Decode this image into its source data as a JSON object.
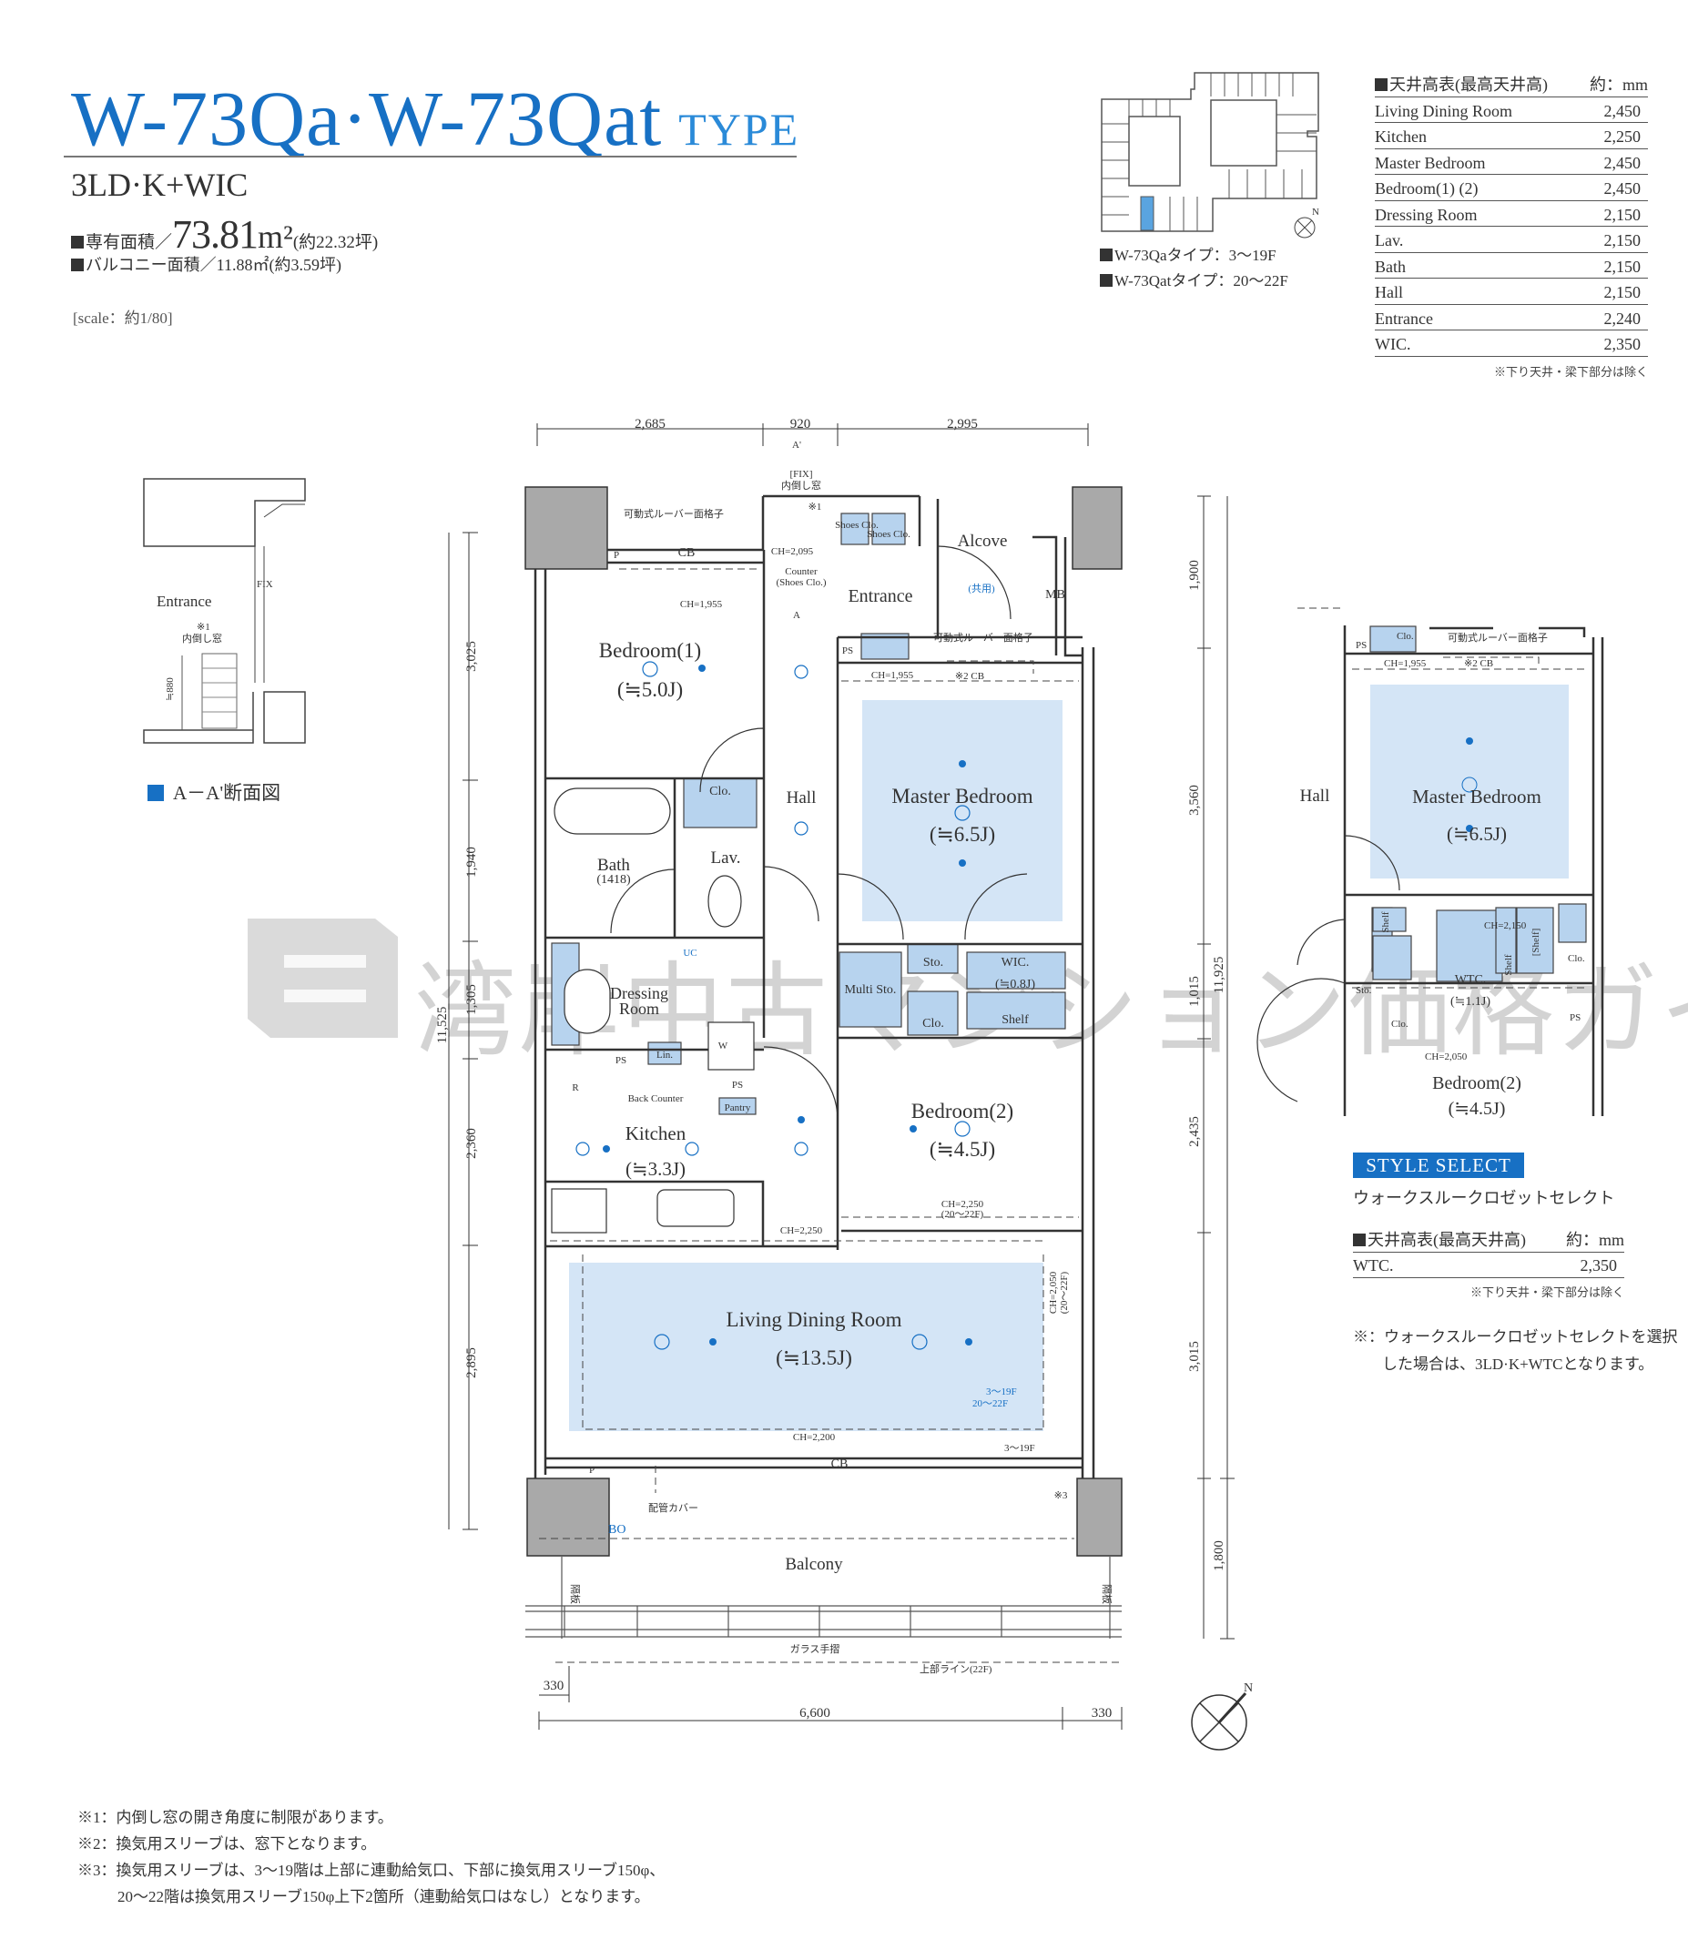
{
  "header": {
    "title": "W-73Qa·W-73Qat",
    "title_suffix": "TYPE",
    "layout": "3LD·K+WIC",
    "area_label": "専有面積／",
    "area_value": "73.81",
    "area_unit": "m²",
    "area_tsubo": "(約22.32坪)",
    "balcony_area": "バルコニー面積／11.88㎡(約3.59坪)",
    "scale": "[scale：約1/80]"
  },
  "key_plan": {
    "floors": [
      "W-73Qaタイプ：3〜19F",
      "W-73Qatタイプ：20〜22F"
    ],
    "compass": "N",
    "highlight_color": "#5aa4e0"
  },
  "ceiling_table": {
    "title": "天井高表(最高天井高)",
    "unit": "約：mm",
    "rows": [
      {
        "room": "Living Dining Room",
        "value": "2,450"
      },
      {
        "room": "Kitchen",
        "value": "2,250"
      },
      {
        "room": "Master Bedroom",
        "value": "2,450"
      },
      {
        "room": "Bedroom(1) (2)",
        "value": "2,450"
      },
      {
        "room": "Dressing Room",
        "value": "2,150"
      },
      {
        "room": "Lav.",
        "value": "2,150"
      },
      {
        "room": "Bath",
        "value": "2,150"
      },
      {
        "room": "Hall",
        "value": "2,150"
      },
      {
        "room": "Entrance",
        "value": "2,240"
      },
      {
        "room": "WIC.",
        "value": "2,350"
      }
    ],
    "note": "※下り天井・梁下部分は除く"
  },
  "section": {
    "entrance": "Entrance",
    "fix": "FIX",
    "note1": "※1",
    "window": "内倒し窓",
    "height": "≒880",
    "label": "A－A'断面図"
  },
  "plan": {
    "dims_top": [
      "2,685",
      "920",
      "2,995"
    ],
    "dims_left": [
      "3,025",
      "1,940",
      "1,305",
      "2,360",
      "2,895"
    ],
    "dim_left_total": "11,525",
    "dims_right": [
      "1,900",
      "3,560",
      "1,015",
      "2,435",
      "3,015"
    ],
    "dim_right_total": "11,925",
    "dim_right_balcony": "1,800",
    "dims_bottom": [
      "330",
      "6,600",
      "330"
    ],
    "rooms": {
      "bedroom1": "Bedroom(1)",
      "bedroom1_size": "(≒5.0J)",
      "hall": "Hall",
      "master": "Master Bedroom",
      "master_size": "(≒6.5J)",
      "bath": "Bath",
      "bath_size": "(1418)",
      "lav": "Lav.",
      "dressing1": "Dressing",
      "dressing2": "Room",
      "kitchen": "Kitchen",
      "kitchen_size": "(≒3.3J)",
      "bedroom2": "Bedroom(2)",
      "bedroom2_size": "(≒4.5J)",
      "ldr": "Living Dining Room",
      "ldr_size": "(≒13.5J)",
      "balcony": "Balcony",
      "entrance": "Entrance",
      "alcove": "Alcove",
      "mb": "MB",
      "wic": "WIC.",
      "wic_size": "(≒0.8J)",
      "multi_sto": "Multi Sto.",
      "sto": "Sto.",
      "clo": "Clo.",
      "shelf": "Shelf",
      "shoes_clo": "Shoes Clo.",
      "counter": "Counter",
      "counter_sub": "(Shoes Clo.)",
      "back_counter": "Back Counter",
      "pantry": "Pantry",
      "lin": "Lin.",
      "ps": "PS",
      "p": "P",
      "r": "R",
      "w": "W",
      "uc": "UC",
      "cb": "CB",
      "cb2": "※2 CB",
      "fix": "[FIX]",
      "window": "内倒し窓",
      "note1": "※1",
      "note3": "※3",
      "louver": "可動式ルーバー面格子",
      "shared": "(共用)",
      "a": "A",
      "a_prime": "A'",
      "ch_1955": "CH=1,955",
      "ch_2095": "CH=2,095",
      "ch_2250": "CH=2,250",
      "ch_2250_b": "CH=2,250",
      "ch_2250_b_sub": "(20〜22F)",
      "ch_2050": "CH=2,050",
      "ch_2050_sub": "(20〜22F)",
      "ch_2200": "CH=2,200",
      "floor_3_19": "3〜19F",
      "floor_20_22": "20〜22F",
      "pipe_cover": "配管カバー",
      "partition": "隔板",
      "glass_rail": "ガラス手摺",
      "upper_line": "上部ライン(22F)",
      "bo": "BO"
    }
  },
  "variant": {
    "hall": "Hall",
    "master": "Master Bedroom",
    "master_size": "(≒6.5J)",
    "wtc": "WTC.",
    "wtc_size": "(≒1.1J)",
    "bedroom2": "Bedroom(2)",
    "bedroom2_size": "(≒4.5J)",
    "sto": "Sto.",
    "clo": "Clo.",
    "shelf": "Shelf",
    "shelf2": "[Shelf]",
    "ps": "PS",
    "ch_1955": "CH=1,955",
    "ch_2150": "CH=2,150",
    "ch_2050": "CH=2,050",
    "cb2": "※2 CB",
    "louver": "可動式ルーバー面格子"
  },
  "style_select": {
    "badge": "STYLE SELECT",
    "subtitle": "ウォークスルークロゼットセレクト",
    "table_title": "天井高表(最高天井高)",
    "unit": "約：mm",
    "row_room": "WTC.",
    "row_value": "2,350",
    "note": "※下り天井・梁下部分は除く",
    "remark1": "※：ウォークスルークロゼットセレクトを選択",
    "remark2": "した場合は、3LD·K+WTCとなります。"
  },
  "notes": [
    "※1：内倒し窓の開き角度に制限があります。",
    "※2：換気用スリーブは、窓下となります。",
    "※3：換気用スリーブは、3〜19階は上部に連動給気口、下部に換気用スリーブ150φ、",
    "20〜22階は換気用スリーブ150φ上下2箇所（連動給気口はなし）となります。"
  ],
  "watermark": "湾岸中古マンション価格ガイド",
  "colors": {
    "accent": "#1770c4",
    "room_fill": "#d4e5f6",
    "closet_fill": "#b7d3ee",
    "column": "#a9a9a9"
  }
}
